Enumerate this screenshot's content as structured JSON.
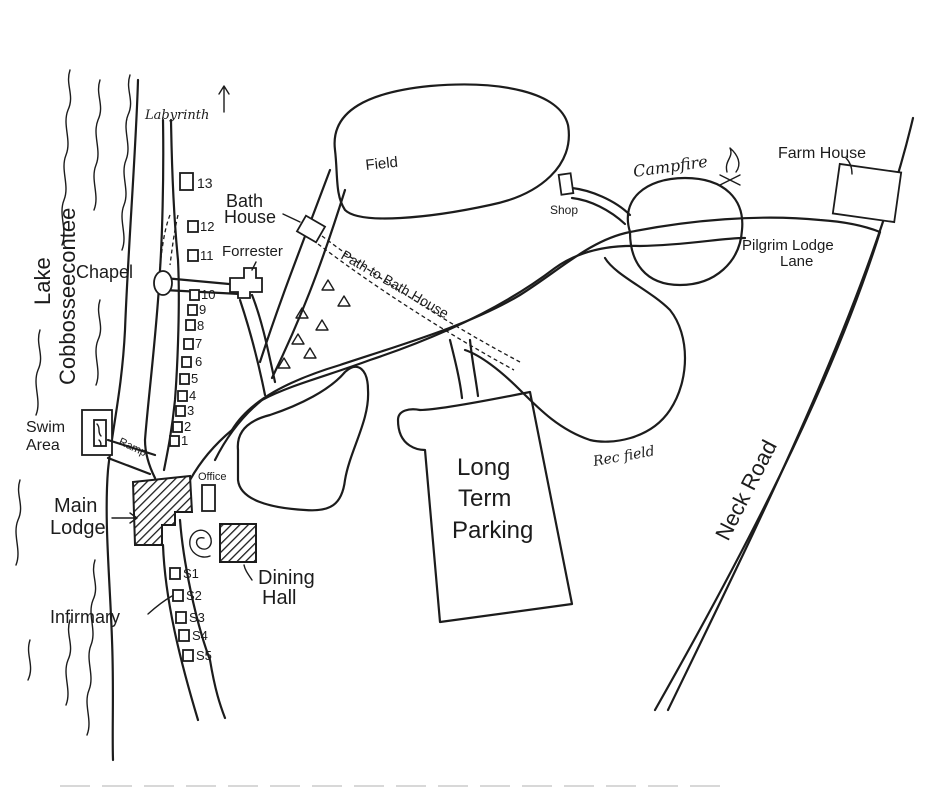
{
  "labels": {
    "labyrinth": "Labyrinth",
    "lake_line1": "Lake",
    "lake_line2": "Cobbosseecontee",
    "chapel": "Chapel",
    "bath_house_1": "Bath",
    "bath_house_2": "House",
    "forrester": "Forrester",
    "field": "Field",
    "path_to_bath_house": "Path to Bath House",
    "shop": "Shop",
    "campfire": "Campfire",
    "farm_house": "Farm House",
    "pilgrim_lodge_lane_1": "Pilgrim Lodge",
    "pilgrim_lodge_lane_2": "Lane",
    "swim_area_1": "Swim",
    "swim_area_2": "Area",
    "ramp": "Ramp",
    "office": "Office",
    "main_lodge_1": "Main",
    "main_lodge_2": "Lodge",
    "dining_hall_1": "Dining",
    "dining_hall_2": "Hall",
    "infirmary": "Infirmary",
    "long_term_parking_1": "Long",
    "long_term_parking_2": "Term",
    "long_term_parking_3": "Parking",
    "rec_field": "Rec field",
    "neck_road": "Neck Road"
  },
  "cabins": [
    "13",
    "12",
    "11",
    "10",
    "9",
    "8",
    "7",
    "6",
    "5",
    "4",
    "3",
    "2",
    "1"
  ],
  "south_cabins": [
    "S1",
    "S2",
    "S3",
    "S4",
    "S5"
  ]
}
